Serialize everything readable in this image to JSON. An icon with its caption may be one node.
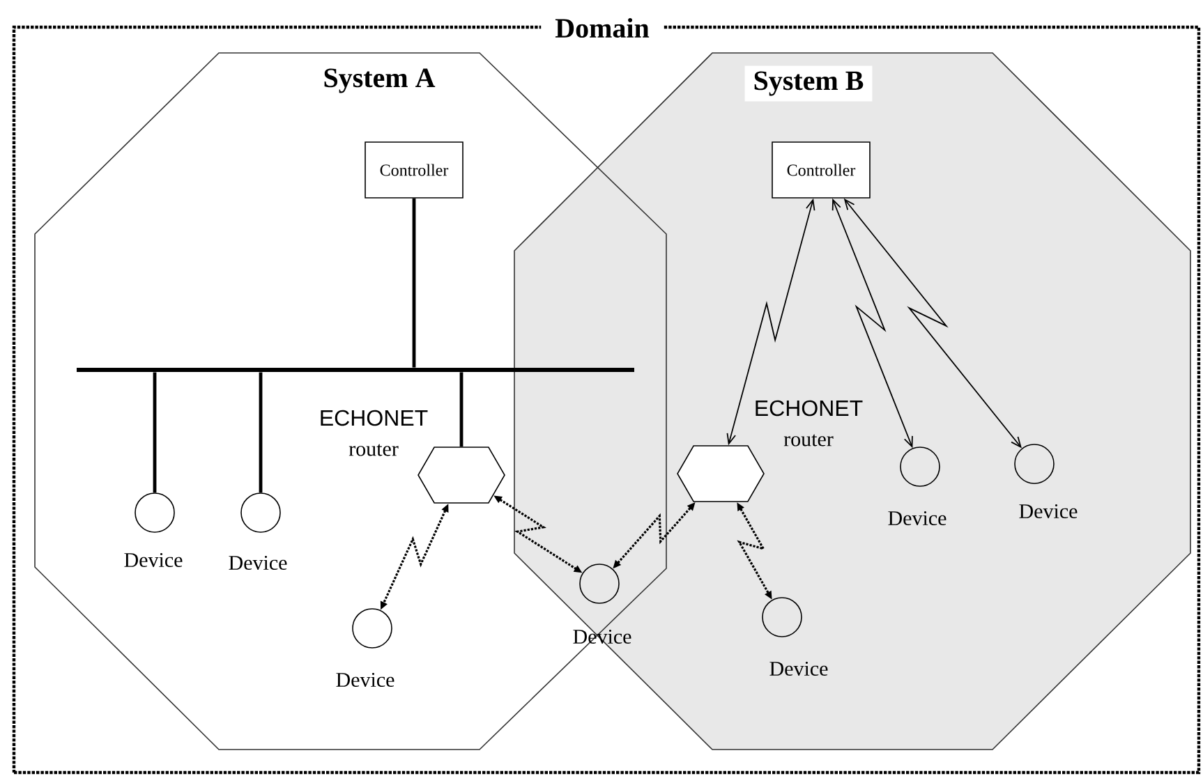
{
  "diagram": {
    "nodes": [
      {
        "text": [
          "Domain"
        ]
      },
      {
        "text": [
          "System A"
        ],
        "in": 0
      },
      {
        "text": [
          "System B"
        ],
        "in": 0
      },
      {
        "text": [
          "Controller"
        ],
        "in": 1
      },
      {
        "text": [
          "Controller"
        ],
        "in": 2
      },
      {
        "text": [],
        "shape": "bar",
        "in": 1
      },
      {
        "text": [],
        "shape": "hexagon",
        "in": 1,
        "beside": [
          "ECHONET",
          "router"
        ]
      },
      {
        "text": [],
        "shape": "hexagon",
        "in": 2,
        "beside": [
          "ECHONET",
          "router"
        ]
      },
      {
        "text": [],
        "shape": "circle",
        "in": 2,
        "beside": [
          "Device"
        ]
      },
      {
        "text": [],
        "shape": "circle",
        "in": 2,
        "beside": [
          "Device"
        ]
      },
      {
        "text": [],
        "shape": "circle",
        "in": 1,
        "beside": [
          "Device"
        ]
      },
      {
        "text": [],
        "shape": "circle",
        "in": 1,
        "beside": [
          "Device"
        ]
      },
      {
        "text": [],
        "shape": "circle",
        "beside": [
          "Device"
        ]
      },
      {
        "text": [],
        "shape": "circle",
        "in": 2,
        "beside": [
          "Device"
        ]
      },
      {
        "text": [],
        "shape": "circle",
        "in": 1,
        "beside": [
          "Device"
        ]
      }
    ],
    "edges": [
      {
        "from": 3,
        "to": 5,
        "arrow": "none"
      },
      {
        "from": 5,
        "to": 10,
        "arrow": "none"
      },
      {
        "from": 5,
        "to": 11,
        "arrow": "none"
      },
      {
        "from": 5,
        "to": 6,
        "arrow": "none"
      },
      {
        "from": 6,
        "to": 14,
        "arrow": "both",
        "style": "dashed"
      },
      {
        "from": 6,
        "to": 12,
        "arrow": "both",
        "style": "dashed"
      },
      {
        "from": 12,
        "to": 7,
        "arrow": "both",
        "style": "dashed"
      },
      {
        "from": 7,
        "to": 13,
        "arrow": "both",
        "style": "dashed"
      },
      {
        "from": 4,
        "to": 7,
        "arrow": "both"
      },
      {
        "from": 4,
        "to": 8,
        "arrow": "both"
      },
      {
        "from": 4,
        "to": 9,
        "arrow": "both"
      }
    ]
  }
}
